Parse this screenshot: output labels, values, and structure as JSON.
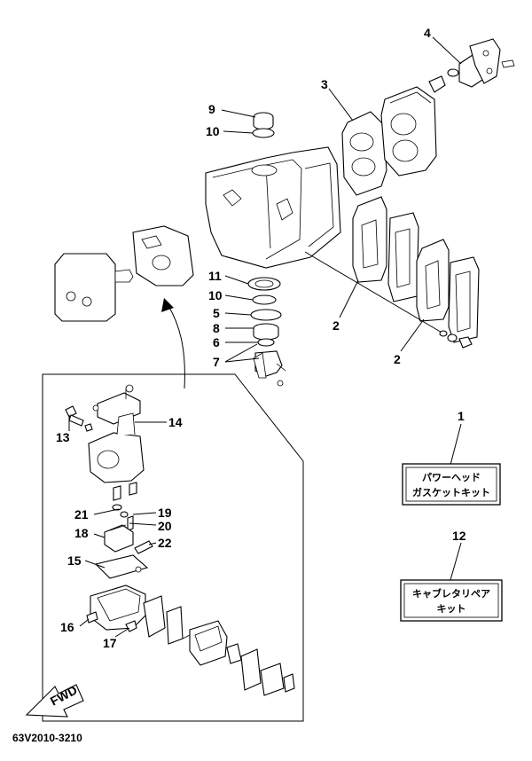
{
  "callouts": {
    "c1": "1",
    "c2a": "2",
    "c2b": "2",
    "c3": "3",
    "c4": "4",
    "c5": "5",
    "c6": "6",
    "c7": "7",
    "c8": "8",
    "c9": "9",
    "c10a": "10",
    "c10b": "10",
    "c11": "11",
    "c12": "12",
    "c13": "13",
    "c14": "14",
    "c15": "15",
    "c16": "16",
    "c17": "17",
    "c18": "18",
    "c19": "19",
    "c20": "20",
    "c21": "21",
    "c22": "22"
  },
  "kits": {
    "powerhead": {
      "line1": "パワーヘッド",
      "line2": "ガスケットキット"
    },
    "carb_repair": {
      "line1": "キャブレタリペア",
      "line2": "キット"
    }
  },
  "fwd_label": "FWD",
  "drawing_code": "63V2010-3210"
}
